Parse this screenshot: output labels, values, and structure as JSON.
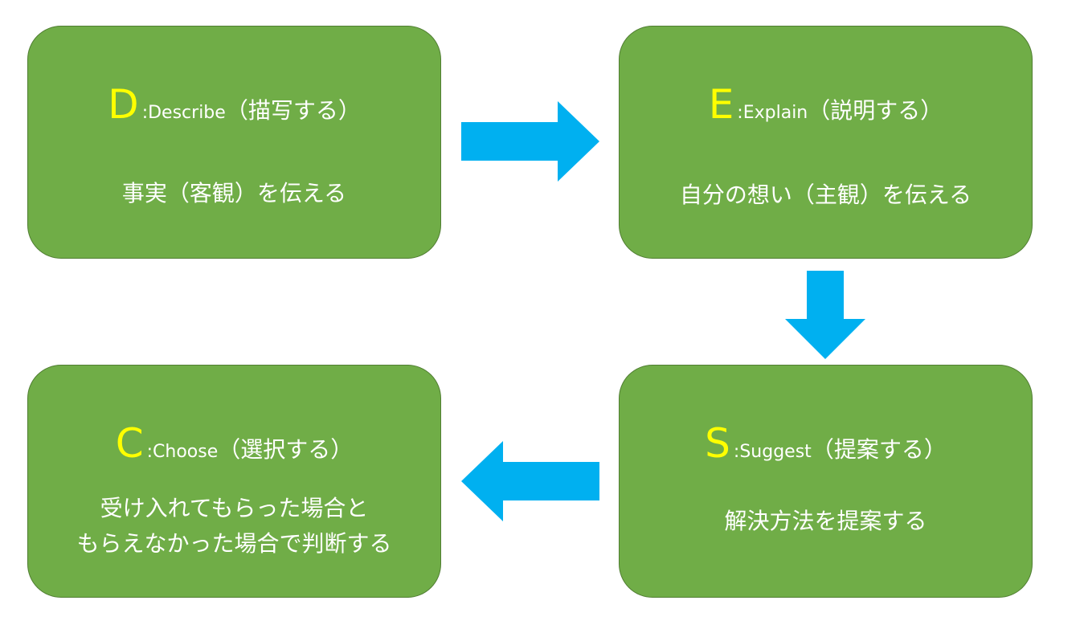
{
  "steps": {
    "d": {
      "letter": "D",
      "colon": ":",
      "word": "Describe",
      "paren": "（描写する）",
      "desc_lines": [
        "事実（客観）を伝える"
      ]
    },
    "e": {
      "letter": "E",
      "colon": ":",
      "word": "Explain",
      "paren": "（説明する）",
      "desc_lines": [
        "自分の想い（主観）を伝える"
      ]
    },
    "s": {
      "letter": "S",
      "colon": ":",
      "word": "Suggest",
      "paren": "（提案する）",
      "desc_lines": [
        "解決方法を提案する"
      ]
    },
    "c": {
      "letter": "C",
      "colon": ":",
      "word": "Choose",
      "paren": "（選択する）",
      "desc_lines": [
        "受け入れてもらった場合と",
        "もらえなかった場合で判断する"
      ]
    }
  },
  "colors": {
    "box_fill": "#70ad47",
    "box_border": "#507e32",
    "letter": "#ffff00",
    "text": "#ffffff",
    "arrow": "#00b0f0"
  },
  "arrows": [
    "arrow-right",
    "arrow-down",
    "arrow-left"
  ]
}
